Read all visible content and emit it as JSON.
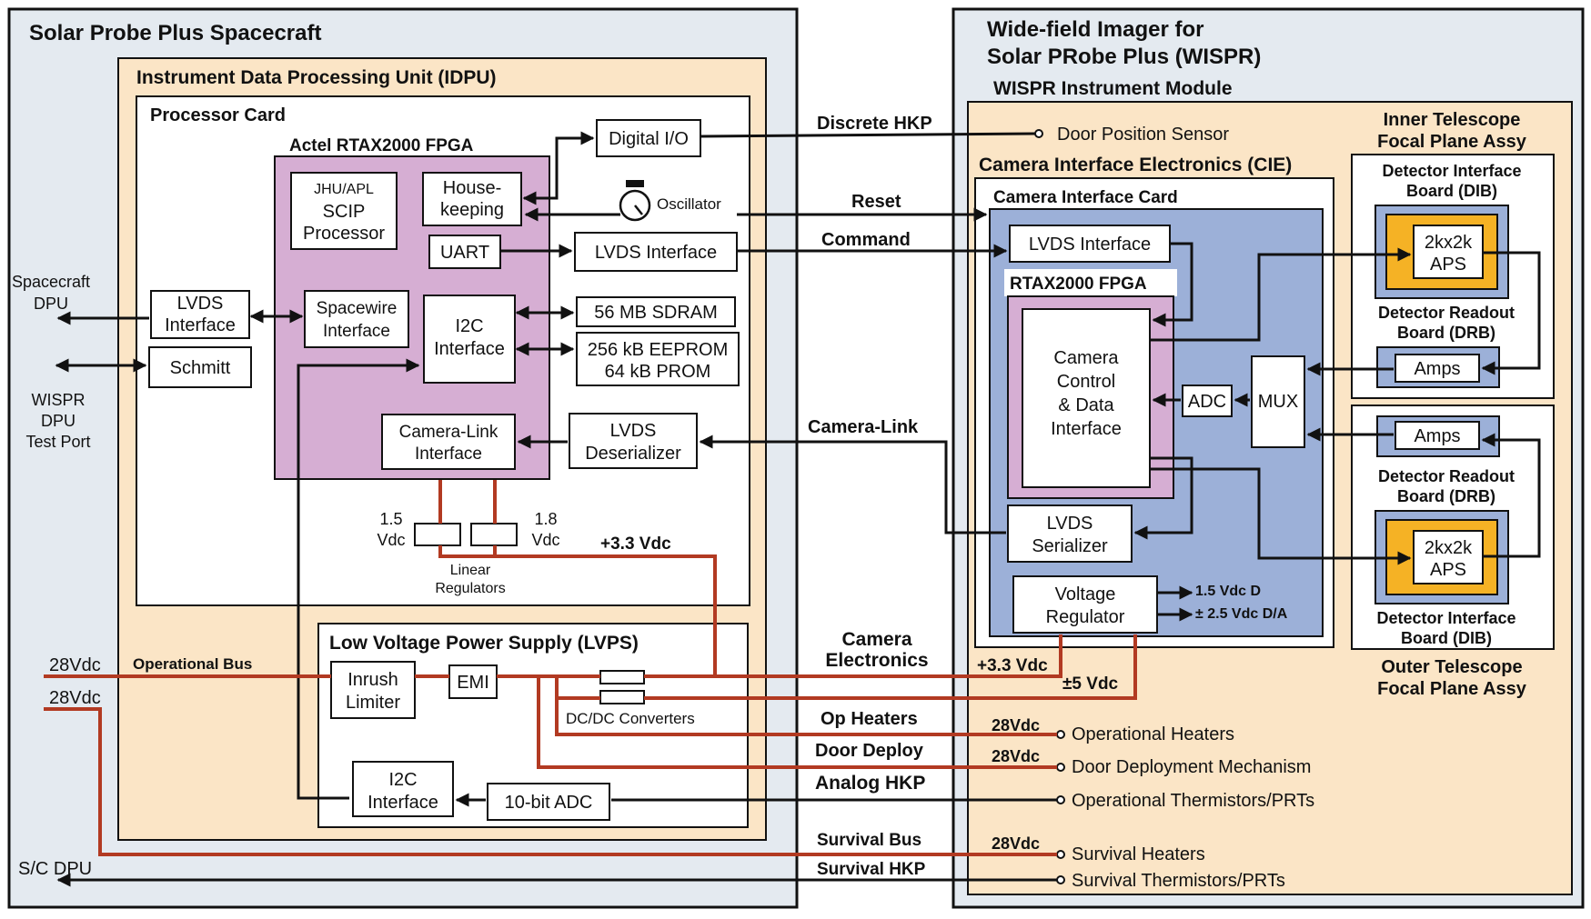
{
  "colors": {
    "frame_bg": "#e4eaf0",
    "idpu_bg": "#fbe5c6",
    "fpga_bg": "#d6aed3",
    "cie_blue": "#9cb0d8",
    "aps_gold": "#f5b225",
    "power_wire": "#b23a22"
  },
  "spacecraft": {
    "title": "Solar Probe Plus Spacecraft",
    "idpu_title": "Instrument Data Processing Unit (IDPU)",
    "processor_card_title": "Processor Card",
    "fpga_title": "Actel RTAX2000 FPGA",
    "scip": [
      "JHU/APL",
      "SCIP",
      "Processor"
    ],
    "housekeeping": [
      "House-",
      "keeping"
    ],
    "uart": "UART",
    "spacewire": [
      "Spacewire",
      "Interface"
    ],
    "i2c_fpga": [
      "I2C",
      "Interface"
    ],
    "camera_link_if": [
      "Camera-Link",
      "Interface"
    ],
    "digital_io": "Digital I/O",
    "oscillator": "Oscillator",
    "lvds_if": "LVDS Interface",
    "sdram": "56 MB SDRAM",
    "eeprom": [
      "256 kB EEPROM",
      "64 kB PROM"
    ],
    "lvds_deser": [
      "LVDS",
      "Deserializer"
    ],
    "lvds_left": [
      "LVDS",
      "Interface"
    ],
    "schmitt": "Schmitt",
    "sc_dpu": [
      "Spacecraft",
      "DPU"
    ],
    "wispr_dpu": [
      "WISPR",
      "DPU",
      "Test Port"
    ],
    "v15": [
      "1.5",
      "Vdc"
    ],
    "v18": [
      "1.8",
      "Vdc"
    ],
    "linear_regs": [
      "Linear",
      "Regulators"
    ],
    "v33": "+3.3 Vdc",
    "lvps_title": "Low Voltage Power Supply (LVPS)",
    "inrush": [
      "Inrush",
      "Limiter"
    ],
    "emi": "EMI",
    "dcdc": "DC/DC Converters",
    "i2c_lvps": [
      "I2C",
      "Interface"
    ],
    "adc10": "10-bit ADC",
    "v28_op": "28Vdc",
    "op_bus": "Operational Bus",
    "v28_surv": "28Vdc",
    "scdpu_bottom": "S/C DPU"
  },
  "links": {
    "discrete_hkp": "Discrete HKP",
    "reset": "Reset",
    "command": "Command",
    "camera_link": "Camera-Link",
    "camera_electronics": [
      "Camera",
      "Electronics"
    ],
    "op_heaters": "Op Heaters",
    "door_deploy": "Door Deploy",
    "analog_hkp": "Analog HKP",
    "survival_bus": "Survival Bus",
    "survival_hkp": "Survival HKP"
  },
  "wispr": {
    "title": [
      "Wide-field Imager for",
      "Solar PRobe Plus (WISPR)"
    ],
    "module_title": "WISPR Instrument Module",
    "door_sensor": "Door Position Sensor",
    "cie_title": "Camera Interface Electronics (CIE)",
    "cam_if_card": "Camera Interface Card",
    "lvds_if": "LVDS Interface",
    "rtax": "RTAX2000 FPGA",
    "cam_ctrl": [
      "Camera",
      "Control",
      "& Data",
      "Interface"
    ],
    "adc": "ADC",
    "mux": "MUX",
    "lvds_ser": [
      "LVDS",
      "Serializer"
    ],
    "vreg": [
      "Voltage",
      "Regulator"
    ],
    "v15d": "1.5 Vdc D",
    "v25da": "± 2.5 Vdc D/A",
    "v33": "+3.3 Vdc",
    "v5": "±5 Vdc",
    "inner_title": [
      "Inner Telescope",
      "Focal Plane Assy"
    ],
    "dib": [
      "Detector Interface",
      "Board (DIB)"
    ],
    "aps": [
      "2kx2k",
      "APS"
    ],
    "drb": [
      "Detector Readout",
      "Board (DRB)"
    ],
    "amps": "Amps",
    "outer_title": [
      "Outer Telescope",
      "Focal Plane Assy"
    ],
    "v28_a": "28Vdc",
    "v28_b": "28Vdc",
    "v28_c": "28Vdc",
    "op_heaters": "Operational Heaters",
    "door_mech": "Door Deployment Mechanism",
    "op_therm": "Operational Thermistors/PRTs",
    "surv_heaters": "Survival Heaters",
    "surv_therm": "Survival Thermistors/PRTs"
  }
}
